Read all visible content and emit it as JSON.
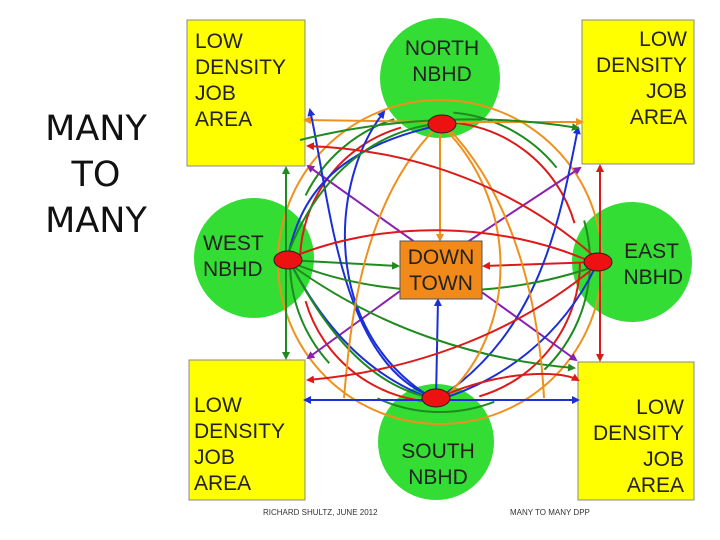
{
  "title_lines": [
    "MANY",
    "TO",
    "MANY"
  ],
  "nodes": {
    "tl": [
      "LOW",
      "DENSITY",
      "JOB",
      "AREA"
    ],
    "tr": [
      "LOW",
      "DENSITY",
      "JOB",
      "AREA"
    ],
    "bl": [
      "LOW",
      "DENSITY",
      "JOB",
      "AREA"
    ],
    "br": [
      "LOW",
      "DENSITY",
      "JOB",
      "AREA"
    ],
    "north": [
      "NORTH",
      "NBHD"
    ],
    "south": [
      "SOUTH",
      "NBHD"
    ],
    "west": [
      "WEST",
      "NBHD"
    ],
    "east": [
      "EAST",
      "NBHD"
    ],
    "downtown": [
      "DOWN",
      "TOWN"
    ]
  },
  "credits": {
    "author": "RICHARD SHULTZ, JUNE 2012",
    "label": "MANY TO MANY DPP"
  },
  "colors": {
    "job_area": "#ffff00",
    "neighborhood": "#33dd33",
    "downtown": "#f28a1a",
    "stop": "#ee1111",
    "route_blue": "#1a2fd6",
    "route_green": "#1f8a1f",
    "route_orange": "#f0901c",
    "route_red": "#dd1a1a",
    "route_purple": "#8a1fb0"
  }
}
